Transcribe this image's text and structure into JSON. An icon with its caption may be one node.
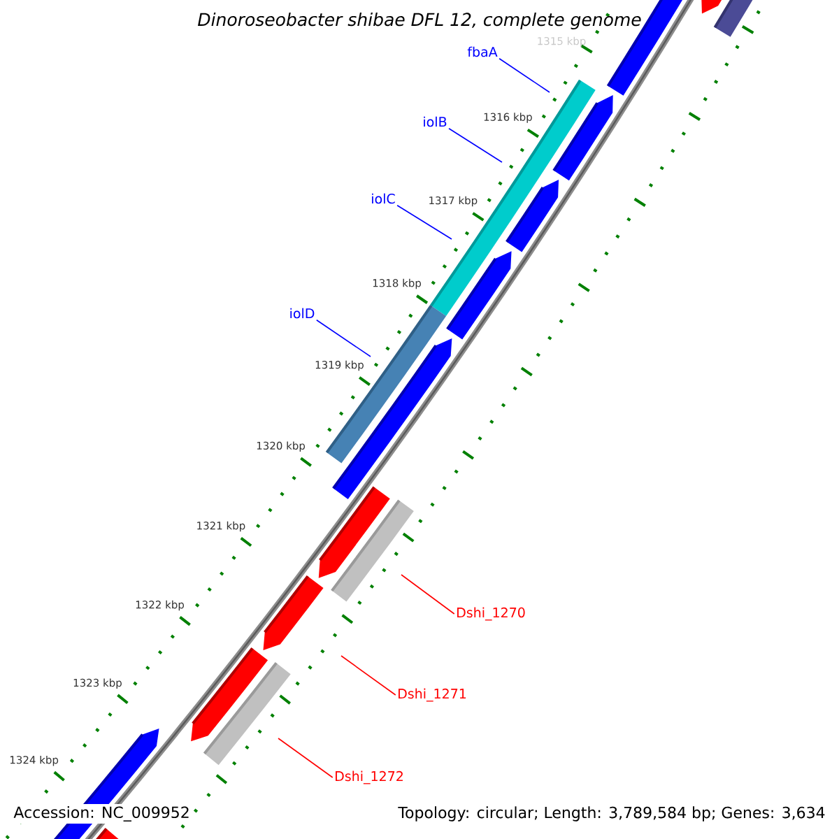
{
  "diagram": {
    "title": "Dinoroseobacter shibae DFL 12, complete genome",
    "nodes": [
      {
        "text": [
          "fbaA"
        ]
      },
      {
        "text": [
          "iolB"
        ]
      },
      {
        "text": [
          "iolC"
        ]
      },
      {
        "text": [
          "iolD"
        ]
      },
      {
        "text": [
          "Dshi_1270"
        ]
      },
      {
        "text": [
          "Dshi_1271"
        ]
      },
      {
        "text": [
          "Dshi_1272"
        ]
      }
    ],
    "edges": [
      {
        "from": 0,
        "to": null,
        "arrow": "none"
      },
      {
        "from": 1,
        "to": null,
        "arrow": "none"
      },
      {
        "from": 2,
        "to": null,
        "arrow": "none"
      },
      {
        "from": 3,
        "to": null,
        "arrow": "none"
      },
      {
        "from": 4,
        "to": null,
        "arrow": "none",
        "color": "#ff0000"
      },
      {
        "from": 5,
        "to": null,
        "arrow": "none",
        "color": "#ff0000"
      },
      {
        "from": 6,
        "to": null,
        "arrow": "none",
        "color": "#ff0000"
      }
    ],
    "labels": [
      "1315 kbp",
      "1316 kbp",
      "1317 kbp",
      "1318 kbp",
      "1319 kbp",
      "1320 kbp",
      "1321 kbp",
      "1322 kbp",
      "1323 kbp",
      "1324 kbp",
      "Accession: NC_009952",
      "Topology: circular; Length: 3,789,584 bp; Genes: 3,634"
    ]
  }
}
